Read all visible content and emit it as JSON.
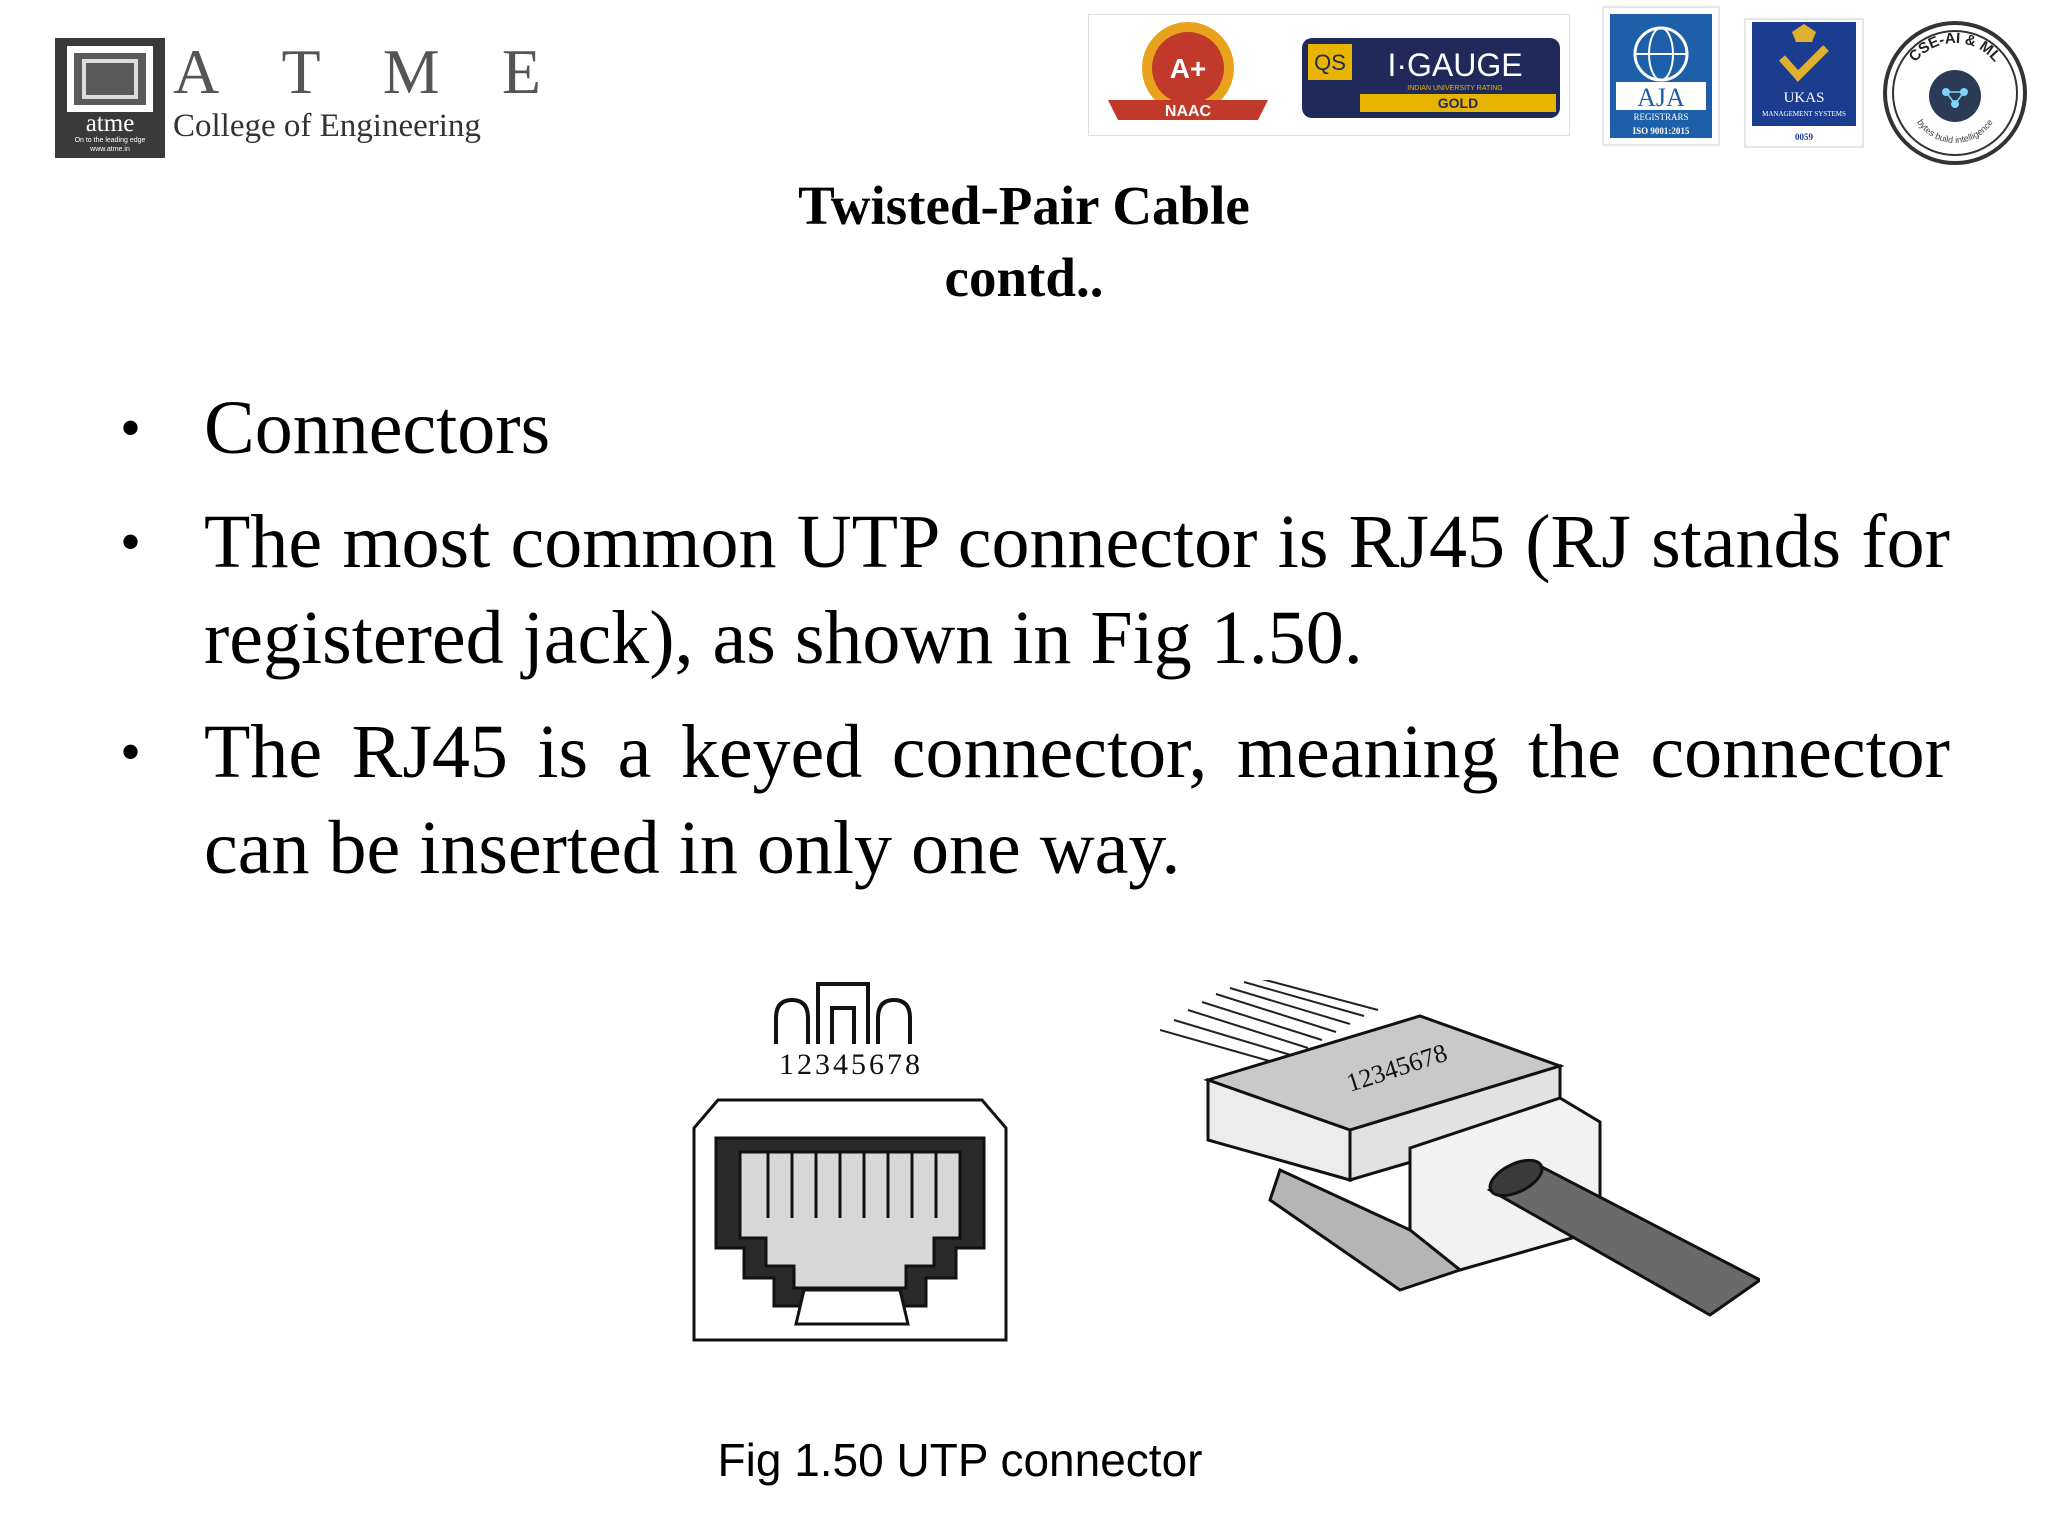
{
  "logo": {
    "letters": [
      "A",
      "T",
      "M",
      "E"
    ],
    "college": "College of Engineering",
    "short_name": "atme",
    "tagline": "On to the leading edge",
    "url": "www.atme.in"
  },
  "badges": {
    "naac_grade": "A+",
    "naac_label": "NAAC",
    "igauge_qs": "QS",
    "igauge_name": "I·GAUGE",
    "igauge_sub": "INDIAN UNIVERSITY RATING",
    "igauge_level": "GOLD",
    "aja_name": "AJA",
    "aja_sub": "REGISTRARS",
    "aja_iso": "ISO 9001:2015",
    "ukas_name": "UKAS",
    "ukas_sub": "MANAGEMENT SYSTEMS",
    "ukas_num": "0059",
    "cse_text": "CSE-AI & ML",
    "cse_motto": "bytes build intelligence"
  },
  "title": {
    "line1": "Twisted-Pair Cable",
    "line2": "contd.."
  },
  "bullets": [
    "Connectors",
    "The most common UTP connector is RJ45 (RJ stands for registered jack), as shown in Fig 1.50.",
    "The RJ45 is a keyed connector, meaning the connector can be inserted in only one way."
  ],
  "bullet_marker": "•",
  "figure": {
    "pin_numbers": "12345678",
    "caption": "Fig 1.50 UTP connector"
  }
}
